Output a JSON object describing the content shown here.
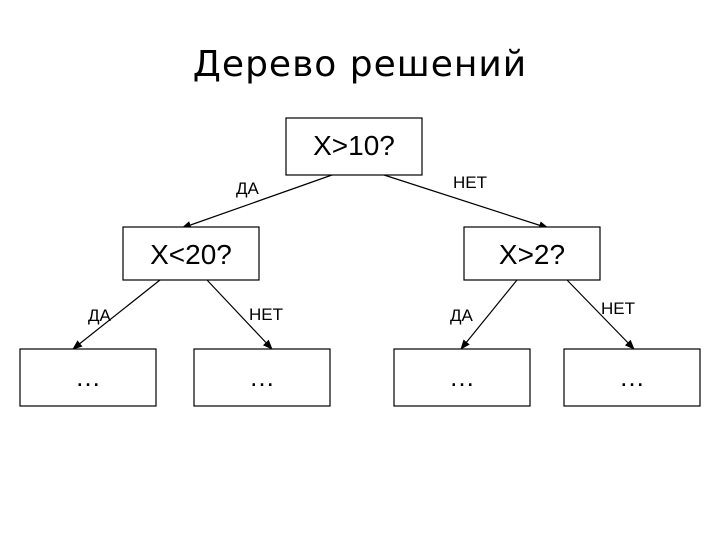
{
  "title": "Дерево решений",
  "colors": {
    "line": "#000000",
    "background": "#ffffff"
  },
  "nodes": {
    "root": "X>10?",
    "left": "X<20?",
    "right": "X>2?"
  },
  "leaves": [
    "…",
    "…",
    "…",
    "…"
  ],
  "edges": {
    "root_left": "ДА",
    "root_right": "НЕТ",
    "left_left": "ДА",
    "left_right": "НЕТ",
    "right_left": "ДА",
    "right_right": "НЕТ"
  }
}
